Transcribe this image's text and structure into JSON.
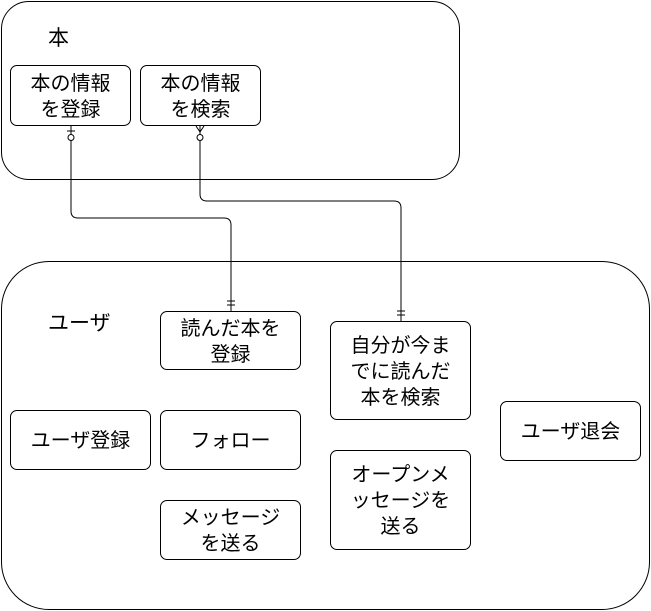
{
  "groups": {
    "book": {
      "label": "本"
    },
    "user": {
      "label": "ユーザ"
    }
  },
  "nodes": {
    "register_book_info": "本の情報\nを登録",
    "search_book_info": "本の情報\nを検索",
    "register_read_book": "読んだ本を\n登録",
    "search_read_books": "自分が今ま\nでに読んだ\n本を検索",
    "user_register": "ユーザ登録",
    "follow": "フォロー",
    "user_withdraw": "ユーザ退会",
    "send_message": "メッセージ\nを送る",
    "send_open_message": "オープンメ\nッセージを\n送る"
  },
  "connectors": [
    {
      "from": "register_book_info",
      "to": "register_read_book",
      "from_end": "one-or-zero",
      "to_end": "one"
    },
    {
      "from": "search_book_info",
      "to": "search_read_books",
      "from_end": "zero-or-many",
      "to_end": "one"
    }
  ]
}
